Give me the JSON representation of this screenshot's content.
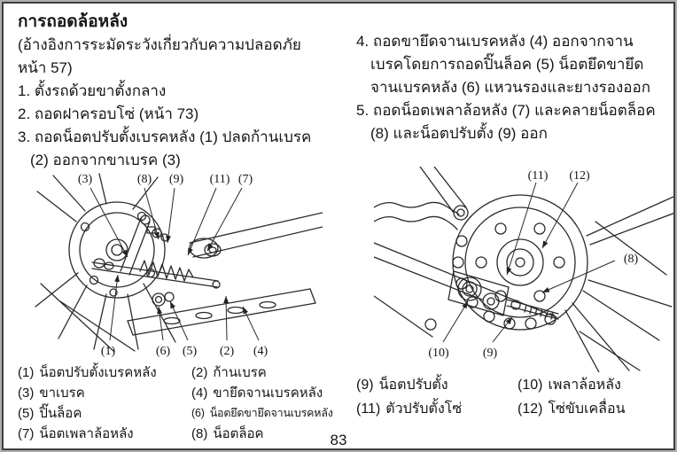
{
  "page": {
    "title": "การถอดล้อหลัง",
    "number": "83"
  },
  "left_column": {
    "intro_lines": [
      "(อ้างอิงการระมัดระวังเกี่ยวกับความปลอดภัย",
      "หน้า 57)"
    ],
    "steps": [
      {
        "lines": [
          "1. ตั้งรถด้วยขาตั้งกลาง"
        ]
      },
      {
        "lines": [
          "2. ถอดฝาครอบโซ่ (หน้า 73)"
        ]
      },
      {
        "lines": [
          "3. ถอดน็อตปรับตั้งเบรคหลัง (1) ปลดก้านเบรค",
          "(2) ออกจากขาเบรค (3)"
        ]
      }
    ]
  },
  "right_column": {
    "steps": [
      {
        "lines": [
          "4. ถอดขายึดจานเบรคหลัง (4) ออกจากจาน",
          "เบรคโดยการถอดปิ๊นล็อค (5) น็อตยึดขายึด",
          "จานเบรคหลัง (6) แหวนรองและยางรองออก"
        ]
      },
      {
        "lines": [
          "5. ถอดน็อตเพลาล้อหลัง (7) และคลายน็อตล็อค",
          "(8) และน็อตปรับตั้ง (9) ออก"
        ]
      }
    ]
  },
  "diagram_left": {
    "callouts": {
      "c3": "(3)",
      "c8": "(8)",
      "c9": "(9)",
      "c11": "(11)",
      "c7": "(7)",
      "c1": "(1)",
      "c6": "(6)",
      "c5": "(5)",
      "c2": "(2)",
      "c4": "(4)"
    }
  },
  "diagram_right": {
    "callouts": {
      "c11": "(11)",
      "c12": "(12)",
      "c8": "(8)",
      "c10": "(10)",
      "c9": "(9)"
    }
  },
  "legend_left": [
    {
      "num": "(1)",
      "label": "น็อตปรับตั้งเบรคหลัง"
    },
    {
      "num": "(2)",
      "label": "ก้านเบรค"
    },
    {
      "num": "(3)",
      "label": "ขาเบรค"
    },
    {
      "num": "(4)",
      "label": "ขายึดจานเบรคหลัง"
    },
    {
      "num": "(5)",
      "label": "ปิ๊นล็อค"
    },
    {
      "num": "(6)",
      "label": "น็อตยึดขายึดจานเบรคหลัง"
    },
    {
      "num": "(7)",
      "label": "น็อตเพลาล้อหลัง"
    },
    {
      "num": "(8)",
      "label": "น็อตล็อค"
    }
  ],
  "legend_right": [
    {
      "num": "(9)",
      "label": "น็อตปรับตั้ง"
    },
    {
      "num": "(10)",
      "label": "เพลาล้อหลัง"
    },
    {
      "num": "(11)",
      "label": "ตัวปรับตั้งโซ่"
    },
    {
      "num": "(12)",
      "label": "โซ่ขับเคลื่อน"
    }
  ]
}
